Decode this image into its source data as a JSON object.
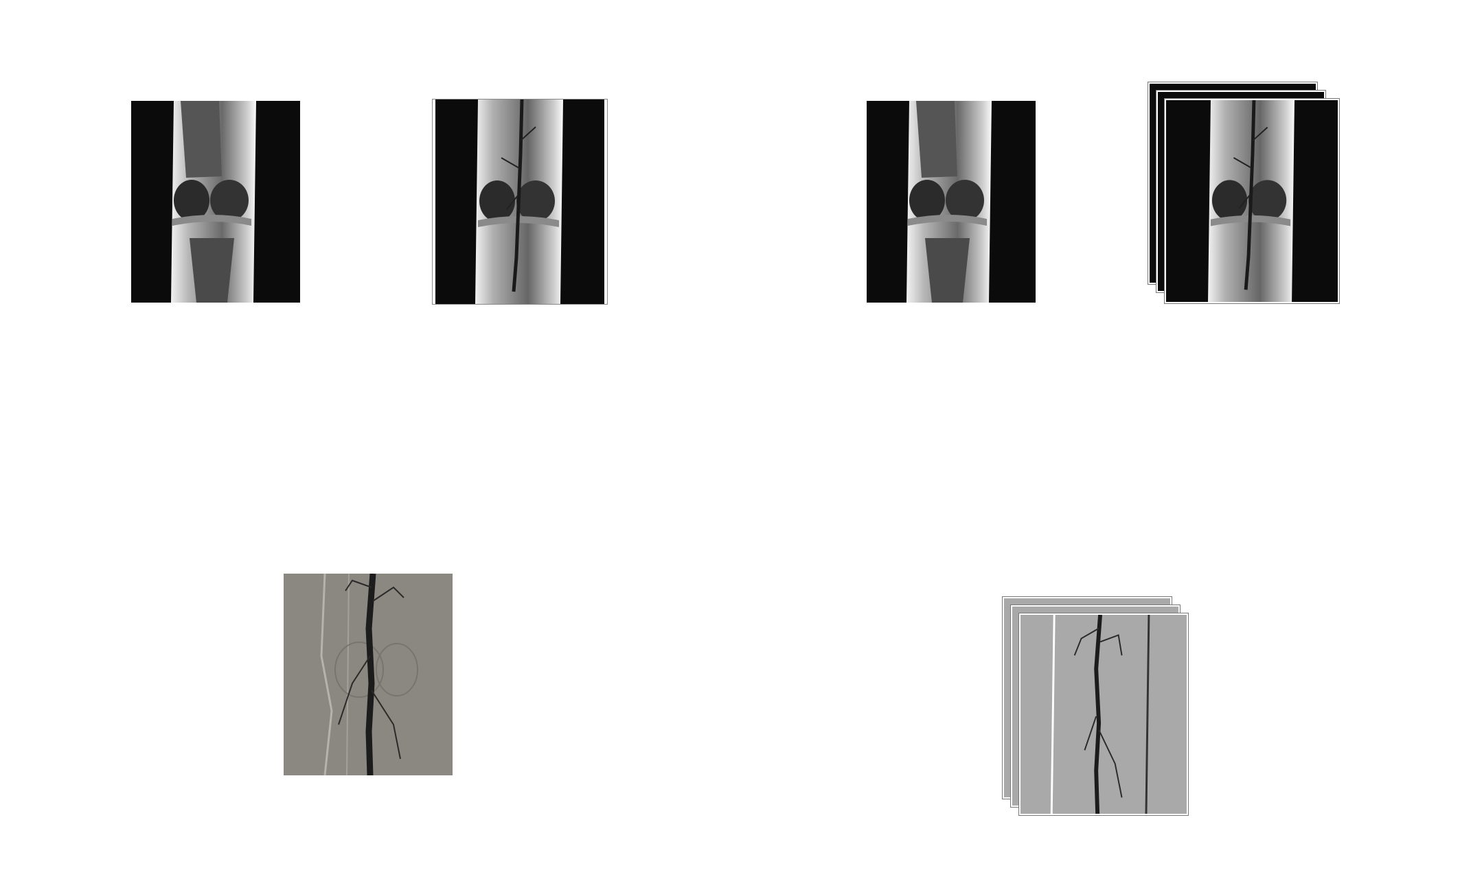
{
  "figure": {
    "panels": [
      {
        "id": "mask-left",
        "kind": "fluoroscopy",
        "contrast": false,
        "stacked": false
      },
      {
        "id": "contrast-left",
        "kind": "fluoroscopy",
        "contrast": true,
        "stacked": false
      },
      {
        "id": "mask-right",
        "kind": "fluoroscopy",
        "contrast": false,
        "stacked": false
      },
      {
        "id": "contrast-right-stack",
        "kind": "fluoroscopy",
        "contrast": true,
        "stacked": true
      },
      {
        "id": "dsa-left",
        "kind": "subtracted",
        "contrast": true,
        "stacked": false
      },
      {
        "id": "dsa-right-stack",
        "kind": "subtracted",
        "contrast": true,
        "stacked": true
      }
    ],
    "colors": {
      "background": "#ffffff",
      "xray_dark": "#0b0b0b",
      "dsa_left_bg": "#8a8880",
      "dsa_right_bg": "#a9a9a9"
    }
  }
}
